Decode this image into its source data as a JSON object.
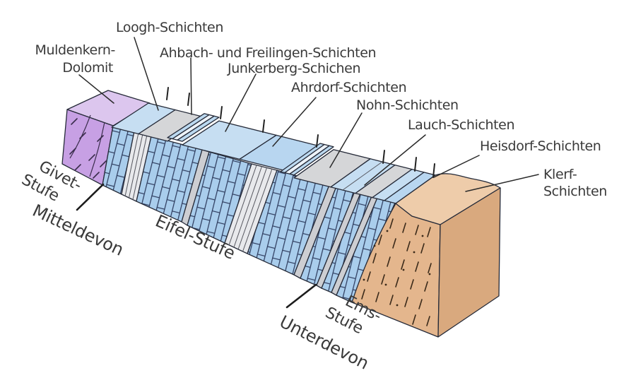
{
  "diagram": {
    "type": "geological-block-diagram",
    "formations": {
      "muldenkern": {
        "line1": "Muldenkern-",
        "line2": "Dolomit"
      },
      "loogh": {
        "label": "Loogh-Schichten"
      },
      "ahbach": {
        "label": "Ahbach- und Freilingen-Schichten"
      },
      "junkerberg": {
        "label": "Junkerberg-Schichen"
      },
      "ahrdorf": {
        "label": "Ahrdorf-Schichten"
      },
      "nohn": {
        "label": "Nohn-Schichten"
      },
      "lauch": {
        "label": "Lauch-Schichten"
      },
      "heisdorf": {
        "label": "Heisdorf-Schichten"
      },
      "klerf": {
        "line1": "Klerf-",
        "line2": "Schichten"
      }
    },
    "stages": {
      "givet": {
        "line1": "Givet-",
        "line2": "Stufe"
      },
      "mitteldevon": {
        "label": "Mitteldevon"
      },
      "eifel": {
        "label": "Eifel-Stufe"
      },
      "ems": {
        "line1": "Ems-",
        "line2": "Stufe"
      },
      "unterdevon": {
        "label": "Unterdevon"
      }
    },
    "colors": {
      "background": "#ffffff",
      "outline": "#252a38",
      "text": "#3a3a3a",
      "dolomite_top": "#dcc6ee",
      "dolomite_front": "#c7a0e4",
      "limestone_top": "#c6def2",
      "limestone_top_alt": "#b8d6f0",
      "limestone_brick": "#a9cdec",
      "ridge_blue": "#bcd9f0",
      "ridge_white": "#edf3f9",
      "marl_top": "#d5d6d8",
      "marl_front": "#cdced2",
      "stripe_fill": "#e8e9ec",
      "sandstone_top": "#eeccaa",
      "sandstone_front": "#e4b68d",
      "sandstone_side": "#d9a97e"
    }
  }
}
